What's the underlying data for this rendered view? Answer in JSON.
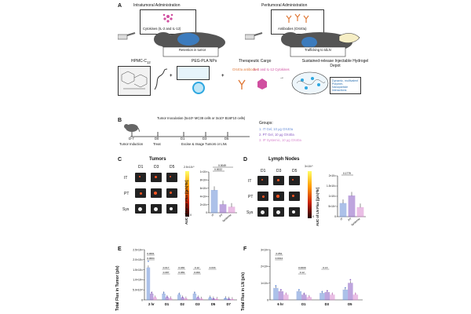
{
  "panel_a": {
    "label": "A",
    "intratumoral_title": "Intratumoral Administration",
    "cytokines_text": "Cytokines (IL-2 and IL-12)",
    "retention_text": "Retention in tumor",
    "peritumoral_title": "Peritumoral Administration",
    "antibodies_text": "Antibodies (OX40a)",
    "trafficking_text": "Trafficking to tdLN",
    "hpmc_label": "HPMC-C",
    "hpmc_subscript": "12",
    "nps_label": "PEG-PLA NPs",
    "cargo_label": "Therapeutic Cargo",
    "cargo_ox40a": "OX40a antibodies",
    "cargo_cytokines": "IL-2 and IL-12 Cytokines",
    "depot_title": "Sustained-release Injectable Hydrogel Depot",
    "depot_note": "Dynamic, multivalent Polymer-Nanoparticle interactions"
  },
  "panel_b": {
    "label": "B",
    "inoculation": "Tumor Inoculation (5x10⁵ MC38 cells or 3x10⁵ B16F10 cells)",
    "timeline": [
      {
        "day": "D-7",
        "event": "Tumor Induction"
      },
      {
        "day": "D0",
        "event": "Treat"
      },
      {
        "day": "D1",
        "event": ""
      },
      {
        "day": "D3",
        "event": ""
      },
      {
        "day": "D5",
        "event": ""
      }
    ],
    "excise_text": "Excise & Image Tumors or LNs",
    "groups_title": "Groups:",
    "groups": [
      {
        "text": "1. IT Gel, 10 μg OX40a",
        "color": "#6a8fd8"
      },
      {
        "text": "2. PT Gel, 10 μg OX40a",
        "color": "#8a5cc4"
      },
      {
        "text": "3. IP Systemic, 10 μg OX40a",
        "color": "#d98ad0"
      }
    ]
  },
  "panel_c": {
    "label": "C",
    "title": "Tumors",
    "cols": [
      "D1",
      "D3",
      "D5"
    ],
    "rows": [
      "IT",
      "PT",
      "Sys"
    ],
    "colorbar_top": "2.5×10¹⁰",
    "colorbar_bottom": "0",
    "ylabel": "AUC of Tumor Flux [(p/s)*hr]",
    "pvals": [
      "0.0022",
      "0.0049"
    ]
  },
  "panel_d": {
    "label": "D",
    "title": "Lymph Nodes",
    "cols": [
      "D1",
      "D3",
      "D5"
    ],
    "rows": [
      "IT",
      "PT",
      "Sys"
    ],
    "colorbar_top": "3×10¹⁰",
    "colorbar_bottom": "0",
    "ylabel": "AUC of LN Flux [(p/s)*hr]",
    "pvals": [
      "0.1779"
    ]
  },
  "panel_e": {
    "label": "E",
    "ylabel": "Total Flux in Tumor (p/s)"
  },
  "panel_f": {
    "label": "F",
    "ylabel": "Total Flux in LN (p/s)"
  },
  "chart_data": [
    {
      "type": "bar",
      "panel": "C",
      "categories": [
        "IT",
        "PT",
        "Systemic"
      ],
      "values": [
        5500000000000.0,
        2000000000000.0,
        1400000000000.0
      ],
      "ylim": [
        0,
        10000000000000.0
      ],
      "yticks": [
        "0",
        "2×10¹²",
        "4×10¹²",
        "6×10¹²",
        "8×10¹²",
        "1×10¹³"
      ],
      "colors": [
        "#6a8fd8",
        "#8a5cc4",
        "#d98ad0"
      ]
    },
    {
      "type": "bar",
      "panel": "D",
      "categories": [
        "IT",
        "PT",
        "Systemic"
      ],
      "values": [
        65000000000.0,
        102000000000.0,
        45000000000.0
      ],
      "ylim": [
        0,
        200000000000.0
      ],
      "yticks": [
        "0",
        "5×10¹⁰",
        "1×10¹¹",
        "1.5×10¹¹",
        "2×10¹¹"
      ],
      "colors": [
        "#6a8fd8",
        "#8a5cc4",
        "#d98ad0"
      ]
    },
    {
      "type": "bar",
      "panel": "E",
      "categories": [
        "2 hr",
        "D1",
        "D2",
        "D3",
        "D5",
        "D7"
      ],
      "series": [
        {
          "values": [
            160000000000.0,
            30000000000.0,
            25000000000.0,
            30000000000.0,
            10000000000.0,
            7000000000.0
          ],
          "color": "#6a8fd8"
        },
        {
          "values": [
            30000000000.0,
            12000000000.0,
            10000000000.0,
            10000000000.0,
            5000000000.0,
            4000000000.0
          ],
          "color": "#8a5cc4"
        },
        {
          "values": [
            10000000000.0,
            6000000000.0,
            5000000000.0,
            4000000000.0,
            3000000000.0,
            2000000000.0
          ],
          "color": "#d98ad0"
        }
      ],
      "ylim": [
        0,
        250000000000.0
      ],
      "yticks": [
        "0",
        "5.0×10¹⁰",
        "1.0×10¹¹",
        "1.5×10¹¹",
        "2.0×10¹¹",
        "2.5×10¹¹"
      ],
      "pvals": [
        "0.0001",
        "0.0004",
        "0.017",
        "0.087",
        "0.036",
        "0.069",
        "0.12",
        "0.069",
        "0.033"
      ]
    },
    {
      "type": "bar",
      "panel": "F",
      "categories": [
        "6 hr",
        "D1",
        "D3",
        "D5"
      ],
      "series": [
        {
          "values": [
            70000000000.0,
            50000000000.0,
            40000000000.0,
            60000000000.0
          ],
          "color": "#6a8fd8"
        },
        {
          "values": [
            50000000000.0,
            30000000000.0,
            45000000000.0,
            100000000000.0
          ],
          "color": "#8a5cc4"
        },
        {
          "values": [
            30000000000.0,
            15000000000.0,
            30000000000.0,
            30000000000.0
          ],
          "color": "#d98ad0"
        }
      ],
      "ylim": [
        0,
        300000000000.0
      ],
      "yticks": [
        "0",
        "1×10¹¹",
        "2×10¹¹",
        "3×10¹¹"
      ],
      "pvals": [
        "0.054",
        "0.0014",
        "0.0009",
        "0.12",
        "0.13"
      ]
    }
  ]
}
